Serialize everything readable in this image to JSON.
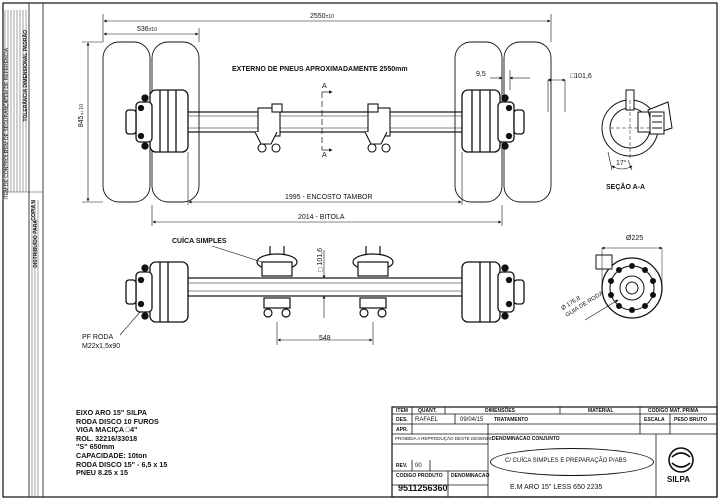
{
  "dimensions": {
    "overall_width": "2550",
    "overall_tol": "±10",
    "left_wheel": "536",
    "left_wheel_tol": "±10",
    "height": "845",
    "height_tol": "±10",
    "offset": "9,5",
    "tube": "□101,6",
    "drum_contact": "1995 - ENCOSTO TAMBOR",
    "track": "2014 - BITOLA",
    "chamber_spacing": "548",
    "tube_height": "□101,6",
    "drum_dia": "Ø225",
    "pcd_label": "Ø 176,8",
    "pcd_note": "GUIA DE RODA",
    "angle": "17°"
  },
  "labels": {
    "tire_note": "EXTERNO DE PNEUS APROXIMADAMENTE 2550mm",
    "section_marker": "A",
    "section_title": "SEÇÃO A-A",
    "chamber": "CUÍCA SIMPLES",
    "thread_1": "PF RODA",
    "thread_2": "M22x1,5x90"
  },
  "notes": [
    "EIXO ARO 15\" SILPA",
    "RODA DISCO 10 FUROS",
    "VIGA MACIÇA □4\"",
    "ROL. 32216/33018",
    "\"S\" 650mm",
    "CAPACIDADE: 10ton",
    "RODA DISCO 15\" - 6,5 x 15",
    "PNEU 8.25 x 15"
  ],
  "title_block": {
    "item": "ITEM",
    "quant": "QUANT.",
    "dimensoes": "DIMENSÕES",
    "material": "MATERIAL",
    "codigo_mat_prima": "CODIGO MAT. PRIMA",
    "des": "DES.",
    "designer": "RAFAEL",
    "date": "09/04/15",
    "tratamento": "TRATAMENTO",
    "escala": "ESCALA",
    "peso_bruto": "PESO BRUTO",
    "apr": "APR.",
    "reproduction_note": "PROIBIDA A REPRODUÇÃO DESTE DESENHO",
    "denominacao_conjunto": "DENOMINACAO CONJUNTO",
    "rev": "REV.",
    "rev_value": "00",
    "codigo_produto": "CODIGO PRODUTO",
    "denominacao": "DENOMINACAO",
    "conjunto_desc": "C/ CUÍCA SIMPLES E PREPARAÇÃO P/ABS",
    "product_code": "9511256360",
    "product_name": "E.M ARO 15\" LESS 650 2235",
    "logo_text": "SILPA"
  },
  "left_margin": {
    "copia": "COPIA N",
    "distribuido": "DISTRIBUÍDO PARA",
    "tolerance_title": "TOLERÂNCIA DIMENSIONAL PADRÃO",
    "legend_1": "ITEM DE CONTROLE",
    "legend_2": "ITEM DE SEGURANÇA",
    "legend_3": "ITEM DE REFERÊNCIA"
  }
}
